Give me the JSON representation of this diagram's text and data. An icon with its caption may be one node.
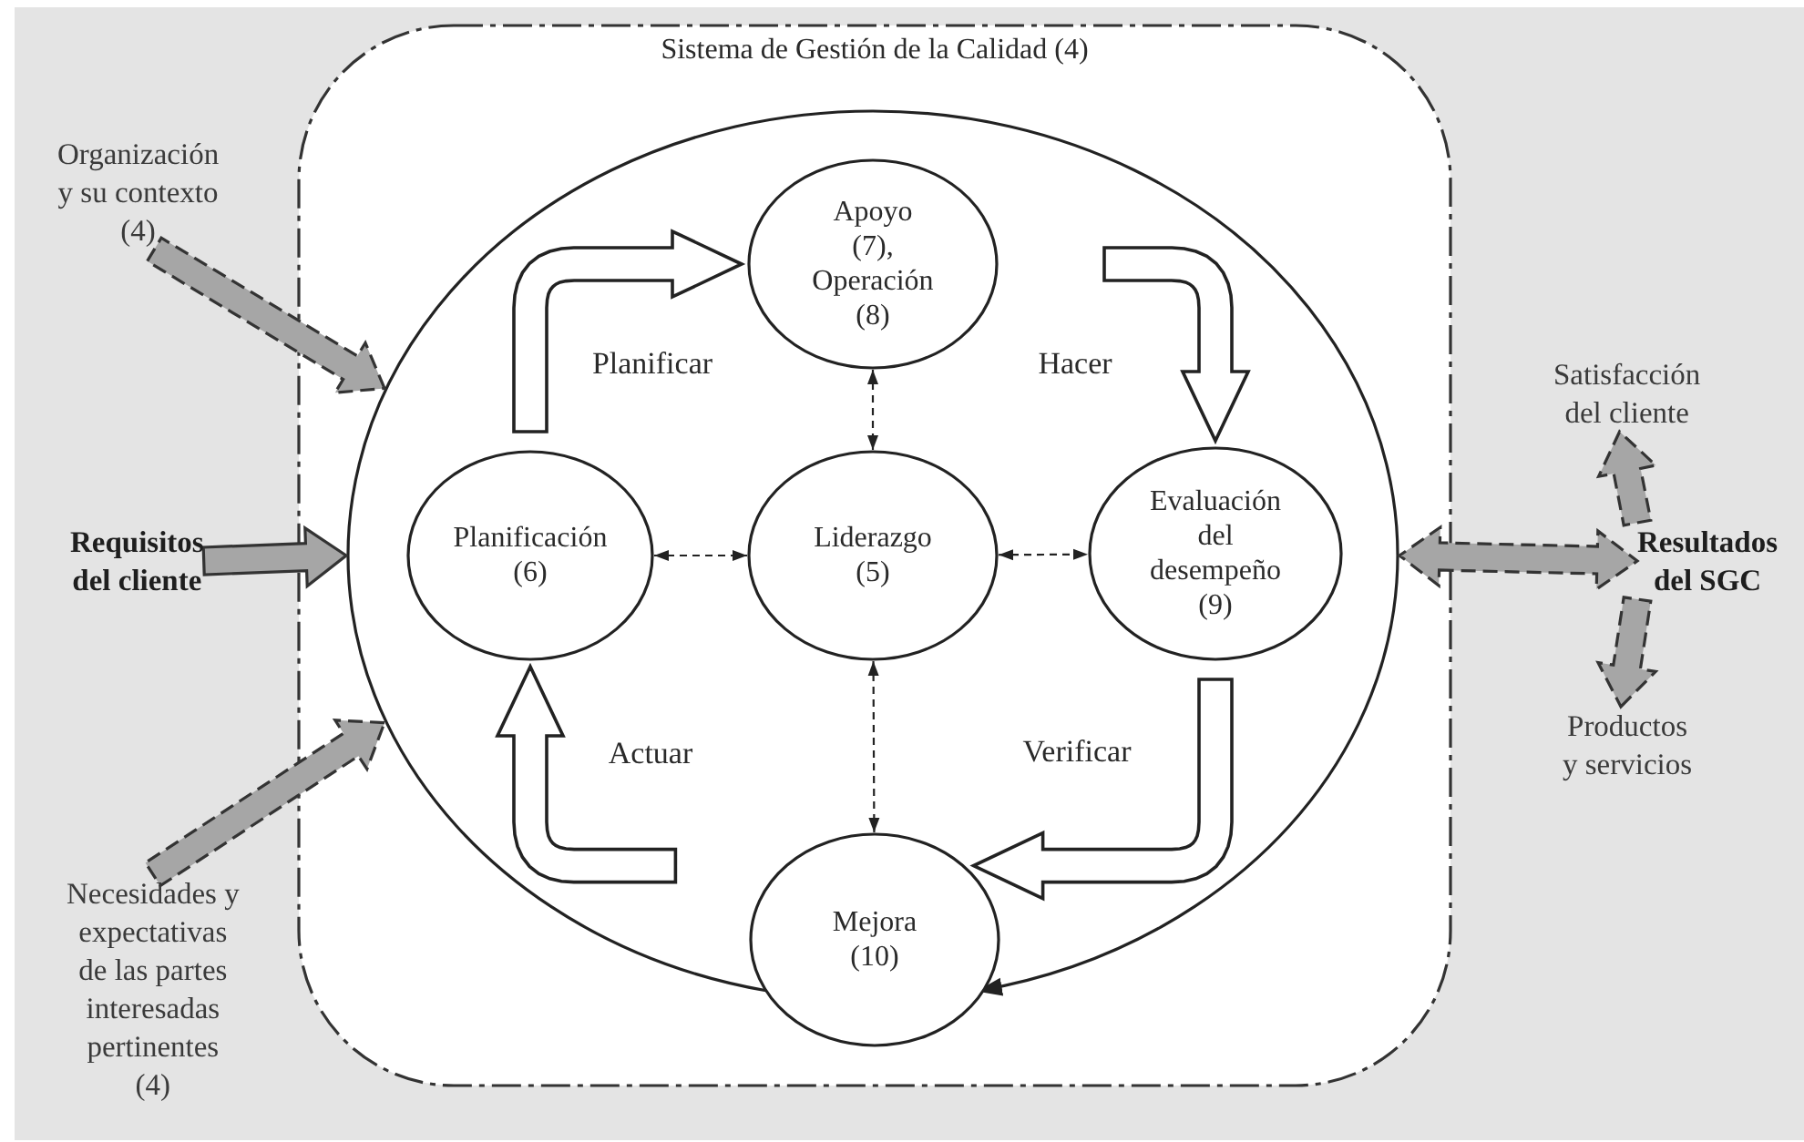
{
  "diagram": {
    "nodes": [
      {
        "text": [
          "Sistema de Gestión de la Calidad (4)"
        ]
      },
      {
        "text": [],
        "shape": "circle",
        "in": 0
      },
      {
        "text": [
          "Apoyo (7), Operación (8)"
        ],
        "in": 1
      },
      {
        "text": [
          "Planificación (6)"
        ],
        "in": 1
      },
      {
        "text": [
          "Liderazgo (5)"
        ],
        "in": 1
      },
      {
        "text": [
          "Evaluación del desempeño (9)"
        ],
        "in": 1
      },
      {
        "text": [
          "Mejora (10)"
        ],
        "in": 0
      },
      {
        "text": [
          "Organización y su contexto (4)"
        ]
      },
      {
        "text": [
          "Requisitos del cliente"
        ]
      },
      {
        "text": [
          "Necesidades y expectativas de las partes interesadas pertinentes (4)"
        ]
      },
      {
        "text": [
          "Satisfacción del cliente"
        ]
      },
      {
        "text": [
          "Resultados del SGC"
        ]
      },
      {
        "text": [
          "Productos y servicios"
        ]
      }
    ],
    "edges": [
      {
        "from": 3,
        "to": 2,
        "arrow": "to",
        "label": "Planificar",
        "style": "thick"
      },
      {
        "from": 2,
        "to": 5,
        "arrow": "to",
        "label": "Hacer",
        "style": "thick"
      },
      {
        "from": 5,
        "to": 6,
        "arrow": "to",
        "label": "Verificar",
        "style": "thick"
      },
      {
        "from": 6,
        "to": 3,
        "arrow": "to",
        "label": "Actuar",
        "style": "thick"
      },
      {
        "from": 2,
        "to": 4,
        "arrow": "both",
        "style": "dashed"
      },
      {
        "from": 3,
        "to": 4,
        "arrow": "both",
        "style": "dashed"
      },
      {
        "from": 4,
        "to": 5,
        "arrow": "both",
        "style": "dashed"
      },
      {
        "from": 4,
        "to": 6,
        "arrow": "both",
        "style": "dashed"
      },
      {
        "from": 7,
        "to": 1,
        "arrow": "to",
        "style": "dashed",
        "color": "#a6a6a6"
      },
      {
        "from": 8,
        "to": 1,
        "arrow": "to",
        "color": "#a6a6a6"
      },
      {
        "from": 9,
        "to": 1,
        "arrow": "to",
        "style": "dashed",
        "color": "#a6a6a6"
      },
      {
        "from": 1,
        "to": 11,
        "arrow": "both",
        "style": "dashed",
        "color": "#a6a6a6"
      },
      {
        "from": 11,
        "to": 10,
        "arrow": "to",
        "style": "dashed",
        "color": "#a6a6a6"
      },
      {
        "from": 11,
        "to": 12,
        "arrow": "to",
        "style": "dashed",
        "color": "#a6a6a6"
      }
    ]
  }
}
